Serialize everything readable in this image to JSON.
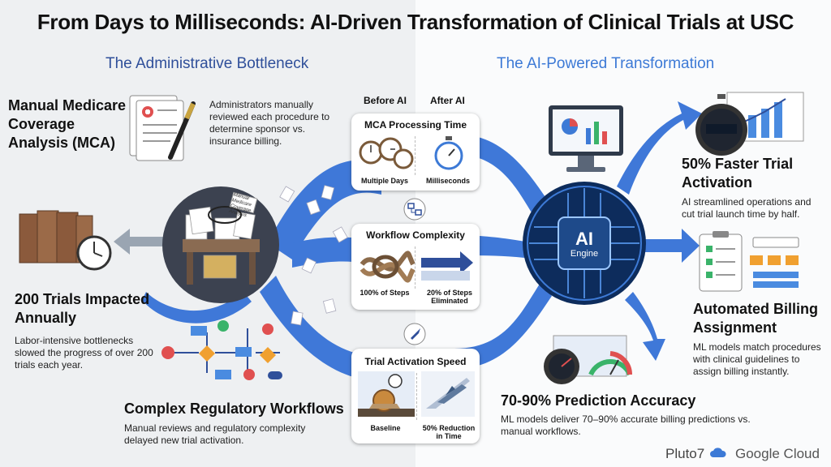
{
  "title": "From Days to Milliseconds: AI-Driven Transformation of Clinical Trials at USC",
  "left_section": {
    "heading": "The Administrative Bottleneck",
    "mca": {
      "title": "Manual Medicare Coverage Analysis (MCA)",
      "desc": "Administrators manually reviewed each procedure to determine sponsor vs. insurance billing."
    },
    "trials": {
      "title": "200 Trials Impacted Annually",
      "desc": "Labor-intensive bottlenecks slowed the progress of over 200 trials each year."
    },
    "workflows": {
      "title": "Complex Regulatory Workflows",
      "desc": "Manual reviews and regulatory complexity delayed new trial activation."
    },
    "desk_note": "Manual Medicare Coverage Analysis"
  },
  "comparison": {
    "before_label": "Before AI",
    "after_label": "After AI",
    "cards": [
      {
        "title": "MCA Processing Time",
        "before": "Multiple Days",
        "after": "Milliseconds"
      },
      {
        "title": "Workflow Complexity",
        "before": "100% of Steps",
        "after": "20% of Steps Eliminated"
      },
      {
        "title": "Trial Activation Speed",
        "before": "Baseline",
        "after": "50% Reduction in Time"
      }
    ]
  },
  "right_section": {
    "heading": "The AI-Powered Transformation",
    "engine": {
      "line1": "AI",
      "line2": "Engine"
    },
    "activation": {
      "title": "50% Faster Trial Activation",
      "desc": "AI streamlined operations and cut trial launch time by half."
    },
    "billing": {
      "title": "Automated Billing Assignment",
      "desc": "ML models match procedures with clinical guidelines to assign billing instantly."
    },
    "accuracy": {
      "title": "70-90% Prediction Accuracy",
      "desc": "ML models deliver 70–90% accurate billing predictions vs. manual workflows."
    }
  },
  "logos": {
    "pluto": "Pluto7",
    "google": "Google Cloud"
  },
  "colors": {
    "dark_blue": "#2f4f9a",
    "accent_blue": "#3d7ad6",
    "flow_blue": "#3f78d8",
    "left_bg": "#eef0f2",
    "snail": "#c98a3e"
  },
  "icons": [
    "document-icon",
    "pen-icon",
    "folders-icon",
    "clock-icon",
    "cluttered-desk-icon",
    "flowchart-icon",
    "stopwatch-icon",
    "knot-icon",
    "arrow-icon",
    "snail-icon",
    "jet-icon",
    "monitor-icon",
    "chip-icon",
    "chart-icon",
    "checklist-icon",
    "gauge-icon",
    "cloud-icon",
    "workflow-icon",
    "rocket-icon"
  ]
}
